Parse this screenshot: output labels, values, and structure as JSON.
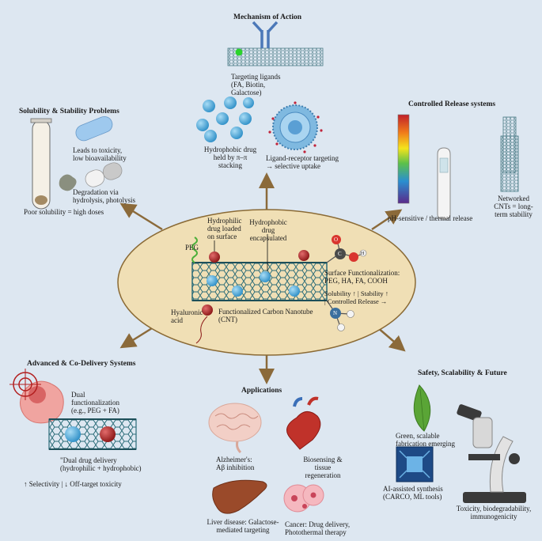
{
  "center": {
    "peg": "PEG",
    "hydrophilic": "Hydrophilic\ndrug loaded\non surface",
    "hydrophobic": "Hydrophobic\ndrug\nencapsulated",
    "surface_func": "Surface Functionalization:\nPEG, HA, FA, COOH",
    "benefits": "Solubility ↑ | Stability ↑\n| Controlled Release →",
    "hyaluronic": "Hyaluronic\nacid",
    "cnt": "Functionalized Carbon Nanotube\n(CNT)",
    "atom_o": "O",
    "atom_c": "C",
    "atom_h": "H",
    "atom_n": "N"
  },
  "mechanism": {
    "title": "Mechanism of Action",
    "targeting": "Targeting ligands\n(FA, Biotin,\nGalactose)",
    "stacking": "Hydrophobic drug\nheld by π–π\nstacking",
    "receptor": "Ligand-receptor targeting\n→ selective uptake"
  },
  "solubility": {
    "title": "Solubility & Stability Problems",
    "toxicity": "Leads to toxicity,\nlow bioavailability",
    "degradation": "Degradation via\nhydrolysis, photolysis",
    "poor": "Poor solubility = high doses"
  },
  "controlled": {
    "title": "Controlled Release systems",
    "ph": "pH-sensitive / thermal release",
    "networked": "Networked\nCNTs = long-\nterm stability"
  },
  "advanced": {
    "title": "Advanced & Co-Delivery Systems",
    "dual_func": "Dual\nfunctionalization\n(e.g., PEG + FA)",
    "dual_drug": "\"Dual drug delivery\n(hydrophilic + hydrophobic)",
    "selectivity": "↑ Selectivity | ↓ Off-target toxicity"
  },
  "applications": {
    "title": "Applications",
    "alzheimer": "Alzheimer's:\nAβ inhibition",
    "biosensing": "Biosensing &\ntissue\nregeneration",
    "liver": "Liver disease: Galactose-\nmediated targeting",
    "cancer": "Cancer: Drug delivery,\nPhotothermal therapy"
  },
  "safety": {
    "title": "Safety, Scalability & Future",
    "green": "Green, scalable\nfabrication emerging",
    "ai": "AI-assisted synthesis\n(CARCO, ML tools)",
    "toxicity": "Toxicity, biodegradability,\nimmunogenicity"
  },
  "colors": {
    "background": "#dde7f1",
    "ellipse": "#f0dfb5",
    "ellipse_border": "#8a6a35",
    "arrow": "#8b6a3a",
    "cnt_teal": "#2a6b78",
    "drug_red": "#9b1c1c",
    "drug_blue": "#2e8fc7"
  }
}
